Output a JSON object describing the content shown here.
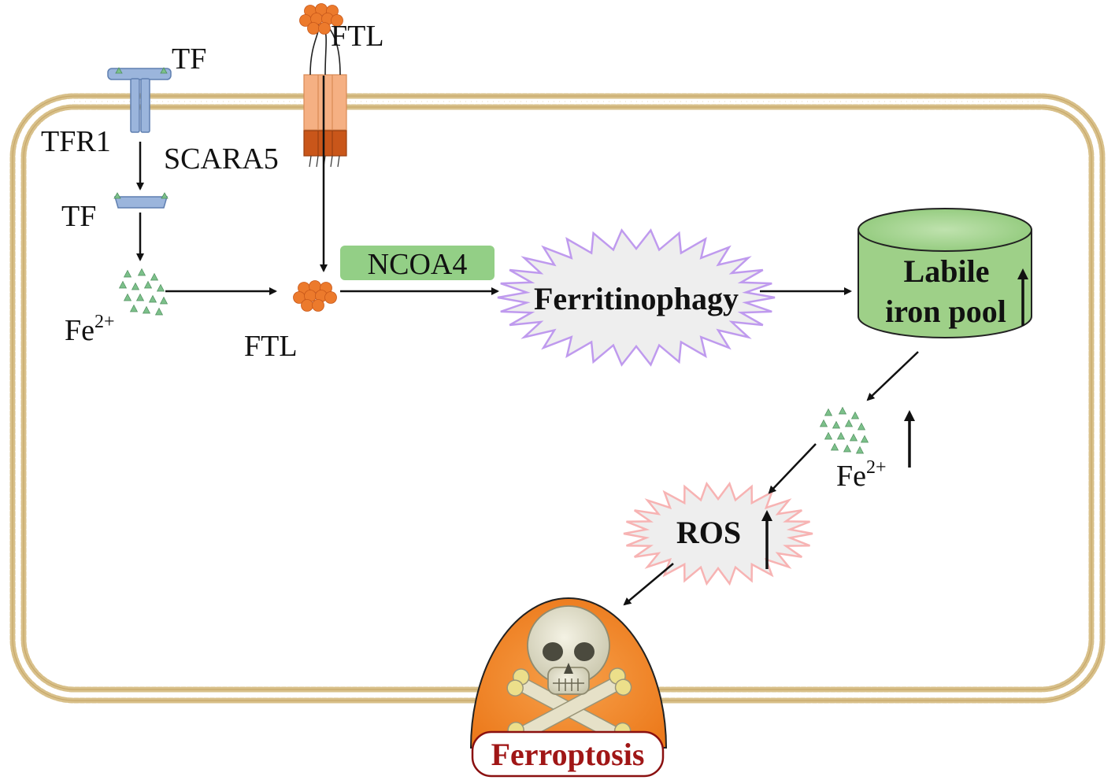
{
  "labels": {
    "tf_top": "TF",
    "tfr1": "TFR1",
    "tf_internal": "TF",
    "fe_left_base": "Fe",
    "fe_left_sup": "2+",
    "ftl_top": "FTL",
    "scara5": "SCARA5",
    "ftl_mid": "FTL",
    "ncoa4": "NCOA4",
    "ferritinophagy": "Ferritinophagy",
    "labile_line1": "Labile",
    "labile_line2": "iron pool",
    "fe_right_base": "Fe",
    "fe_right_sup": "2+",
    "ros": "ROS",
    "ferroptosis": "Ferroptosis"
  },
  "colors": {
    "membrane": "#c8a86a",
    "membrane_head": "#d8c08a",
    "receptor": "#9bb5dc",
    "receptor_stroke": "#5f7fb0",
    "ferritin": "#ec7a2c",
    "scara5_light": "#f5b083",
    "scara5_dark": "#c9561a",
    "ncoa4_box": "#93cf86",
    "iron": "#7cc08a",
    "ferritinophagy_spike": "#bf9aee",
    "labile_fill": "#9ed088",
    "ros_spike": "#f7b3b3",
    "ferroptosis_fill": "#f28a2a",
    "ferroptosis_text": "#a01616"
  },
  "icons": [
    "transferrin-receptor-icon",
    "scara5-receptor-icon",
    "ferritin-cluster-icon",
    "iron-ion-cluster-icon",
    "skull-crossbones-icon",
    "up-arrow-icon"
  ]
}
